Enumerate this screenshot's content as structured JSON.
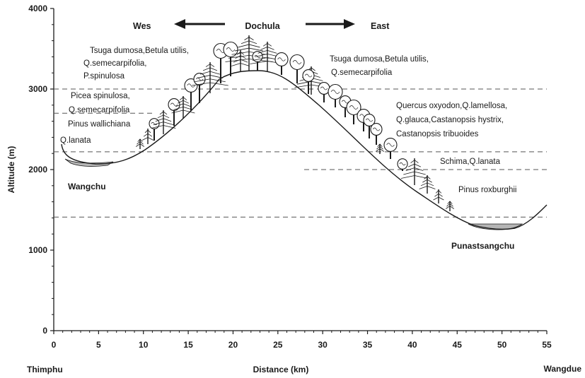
{
  "y_axis": {
    "label": "Altitude (m)",
    "ticks": [
      0,
      1000,
      2000,
      3000,
      4000
    ]
  },
  "x_axis": {
    "label": "Distance (km)",
    "ticks": [
      0,
      5,
      10,
      15,
      20,
      25,
      30,
      35,
      40,
      45,
      50,
      55
    ]
  },
  "places": {
    "left_end": "Thimphu",
    "right_end": "Wangdue",
    "pass": "Dochula",
    "left_river": "Wangchu",
    "right_river": "Punastsangchu"
  },
  "directions": {
    "west": "Wes",
    "east": "East"
  },
  "west_slope_labels": [
    "Tsuga dumosa,Betula utilis,",
    "Q.semecarpifolia,",
    "P.spinulosa",
    "Picea spinulosa,",
    "Q.semecarpifolia",
    "Pinus wallichiana",
    "Q.lanata"
  ],
  "east_slope_labels": [
    "Tsuga dumosa,Betula utilis,",
    "Q.semecarpifolia",
    "Quercus oxyodon,Q.lamellosa,",
    "Q.glauca,Castanopsis hystrix,",
    "Castanopsis tribuoides",
    "Schima,Q.lanata",
    "Pinus roxburghii"
  ],
  "zone_boundaries_m": [
    3000,
    2700,
    2220,
    2000,
    1410
  ],
  "colors": {
    "ink": "#1a1a1a",
    "dash": "#555555",
    "river": "#b5b5b5"
  }
}
